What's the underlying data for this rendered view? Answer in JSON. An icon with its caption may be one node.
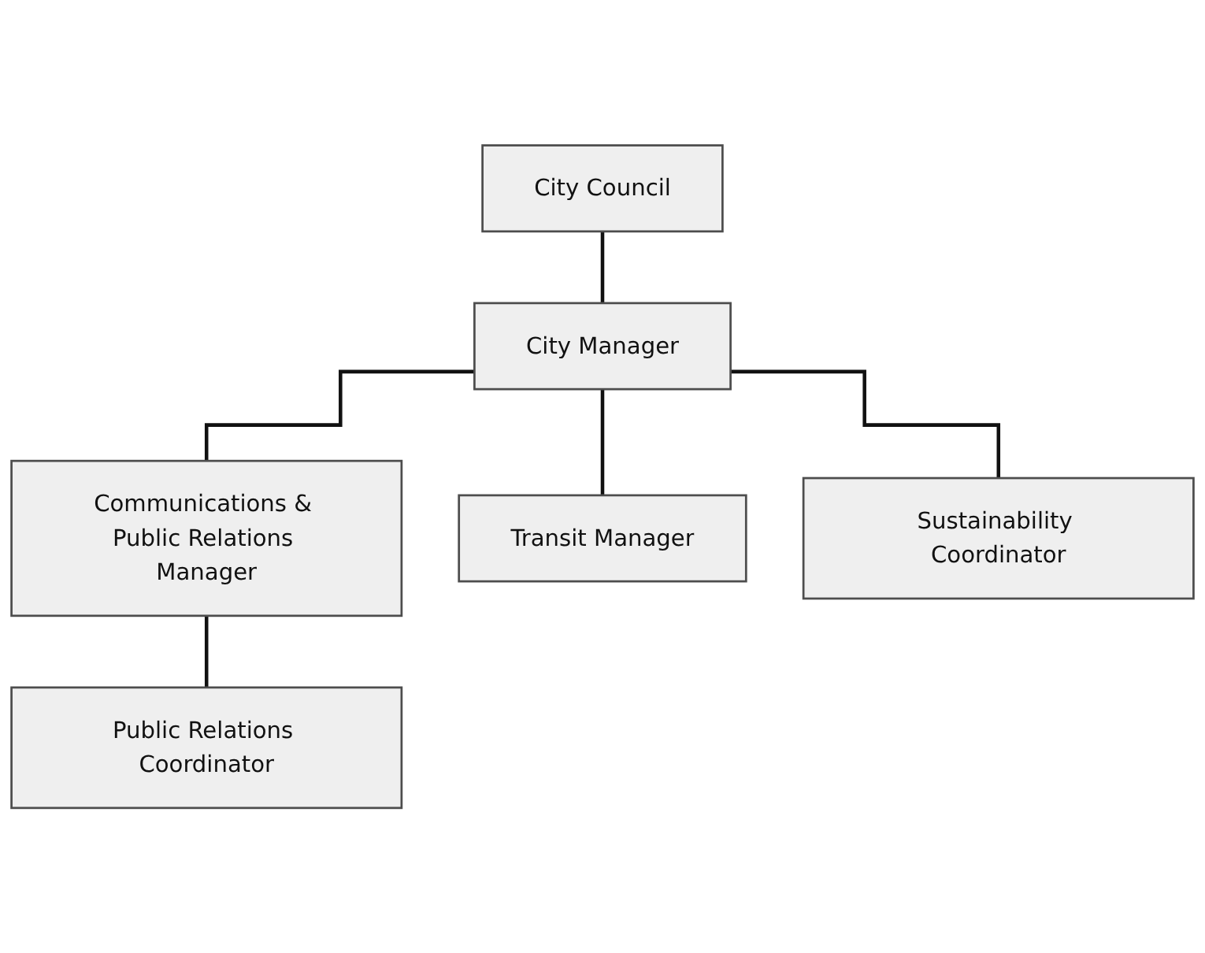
{
  "diagram": {
    "nodes": [
      {
        "text": [
          "City Council"
        ]
      },
      {
        "text": [
          "City Manager"
        ]
      },
      {
        "text": [
          "Communications & Public Relations Manager"
        ]
      },
      {
        "text": [
          "Transit Manager"
        ]
      },
      {
        "text": [
          "Public Relations Coordinator"
        ]
      },
      {
        "text": [
          "Sustainability Coordinator"
        ]
      }
    ],
    "edges": [
      {
        "from": 0,
        "to": 1,
        "arrow": "none"
      },
      {
        "from": 1,
        "to": 2,
        "arrow": "none"
      },
      {
        "from": 1,
        "to": 3,
        "arrow": "none"
      },
      {
        "from": 1,
        "to": 5,
        "arrow": "none"
      },
      {
        "from": 2,
        "to": 4,
        "arrow": "none"
      }
    ]
  }
}
